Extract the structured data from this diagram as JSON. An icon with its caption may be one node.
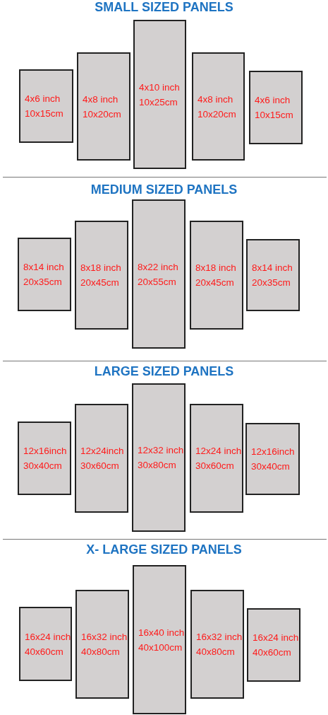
{
  "diagram": {
    "nodes": [
      {
        "text": [
          "4x6 inch",
          "10x15cm"
        ]
      },
      {
        "text": [
          "4x8 inch",
          "10x20cm"
        ]
      },
      {
        "text": [
          "4x10 inch",
          "10x25cm"
        ]
      },
      {
        "text": [
          "4x8 inch",
          "10x20cm"
        ]
      },
      {
        "text": [
          "4x6 inch",
          "10x15cm"
        ]
      },
      {
        "text": [
          "8x14 inch",
          "20x35cm"
        ]
      },
      {
        "text": [
          "8x18 inch",
          "20x45cm"
        ]
      },
      {
        "text": [
          "8x22 inch",
          "20x55cm"
        ]
      },
      {
        "text": [
          "8x18 inch",
          "20x45cm"
        ]
      },
      {
        "text": [
          "8x14 inch",
          "20x35cm"
        ]
      },
      {
        "text": [
          "12x16inch",
          "30x40cm"
        ]
      },
      {
        "text": [
          "12x24inch",
          "30x60cm"
        ]
      },
      {
        "text": [
          "12x32 inch",
          "30x80cm"
        ]
      },
      {
        "text": [
          "12x24 inch",
          "30x60cm"
        ]
      },
      {
        "text": [
          "12x16inch",
          "30x40cm"
        ]
      },
      {
        "text": [
          "16x24 inch",
          "40x60cm"
        ]
      },
      {
        "text": [
          "16x32 inch",
          "40x80cm"
        ]
      },
      {
        "text": [
          "16x40 inch",
          "40x100cm"
        ]
      },
      {
        "text": [
          "16x32 inch",
          "40x80cm"
        ]
      },
      {
        "text": [
          "16x24 inch",
          "40x60cm"
        ]
      }
    ],
    "labels": [
      "SMALL SIZED PANELS",
      "MEDIUM SIZED PANELS",
      "LARGE SIZED PANELS",
      "X- LARGE SIZED PANELS"
    ]
  }
}
